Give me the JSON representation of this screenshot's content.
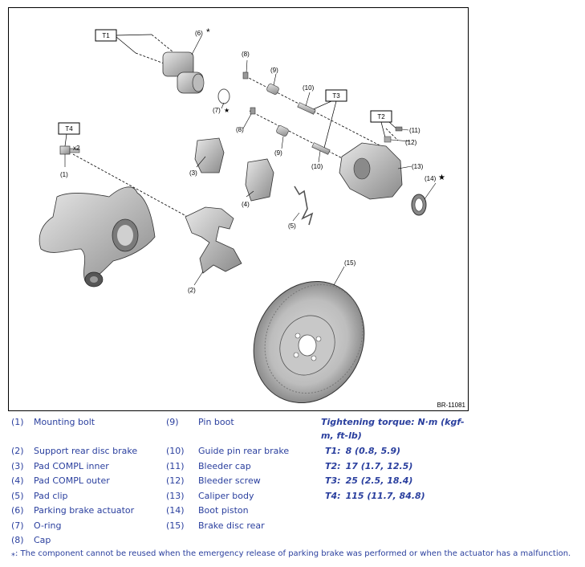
{
  "diagram": {
    "code": "BR-11081",
    "torque_boxes": [
      "T1",
      "T2",
      "T3",
      "T4"
    ],
    "callouts": {
      "c1": "(1)",
      "c2": "(2)",
      "c3": "(3)",
      "c4": "(4)",
      "c5": "(5)",
      "c6": "(6)",
      "c6star": "*",
      "c7": "(7)",
      "c7star": "★",
      "c8a": "(8)",
      "c8b": "(8)",
      "c9a": "(9)",
      "c9b": "(9)",
      "c10a": "(10)",
      "c10b": "(10)",
      "c11": "(11)",
      "c12": "(12)",
      "c13": "(13)",
      "c14": "(14)",
      "c14star": "★",
      "c15": "(15)",
      "x2": "x2"
    }
  },
  "legend": {
    "items": [
      {
        "num": "(1)",
        "label": "Mounting bolt"
      },
      {
        "num": "(2)",
        "label": "Support rear disc brake"
      },
      {
        "num": "(3)",
        "label": "Pad COMPL inner"
      },
      {
        "num": "(4)",
        "label": "Pad COMPL outer"
      },
      {
        "num": "(5)",
        "label": "Pad clip"
      },
      {
        "num": "(6)",
        "label": "Parking brake actuator"
      },
      {
        "num": "(7)",
        "label": "O-ring"
      },
      {
        "num": "(8)",
        "label": "Cap"
      },
      {
        "num": "(9)",
        "label": "Pin boot"
      },
      {
        "num": "(10)",
        "label": "Guide pin rear brake"
      },
      {
        "num": "(11)",
        "label": "Bleeder cap"
      },
      {
        "num": "(12)",
        "label": "Bleeder screw"
      },
      {
        "num": "(13)",
        "label": "Caliper body"
      },
      {
        "num": "(14)",
        "label": "Boot piston"
      },
      {
        "num": "(15)",
        "label": "Brake disc rear"
      }
    ],
    "torque_title": "Tightening torque: N·m (kgf-m, ft-lb)",
    "torque": [
      {
        "key": "T1:",
        "value": "8 (0.8, 5.9)"
      },
      {
        "key": "T2:",
        "value": "17 (1.7, 12.5)"
      },
      {
        "key": "T3:",
        "value": "25 (2.5, 18.4)"
      },
      {
        "key": "T4:",
        "value": "115 (11.7, 84.8)"
      }
    ]
  },
  "note": "⁎: The component cannot be reused when the emergency release of parking brake was performed or when the actuator has a malfunction."
}
